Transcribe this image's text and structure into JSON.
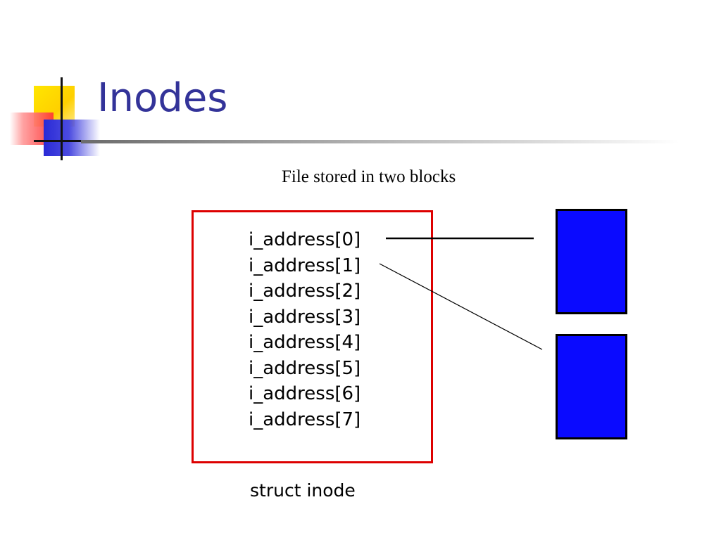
{
  "slide": {
    "title": "Inodes"
  },
  "diagram": {
    "caption_top": "File stored in two blocks",
    "caption_bottom": "struct inode",
    "addresses": [
      "i_address[0]",
      "i_address[1]",
      "i_address[2]",
      "i_address[3]",
      "i_address[4]",
      "i_address[5]",
      "i_address[6]",
      "i_address[7]"
    ]
  },
  "colors": {
    "title": "#333399",
    "inode_border": "#dd0000",
    "block_fill": "#0a0aff"
  }
}
